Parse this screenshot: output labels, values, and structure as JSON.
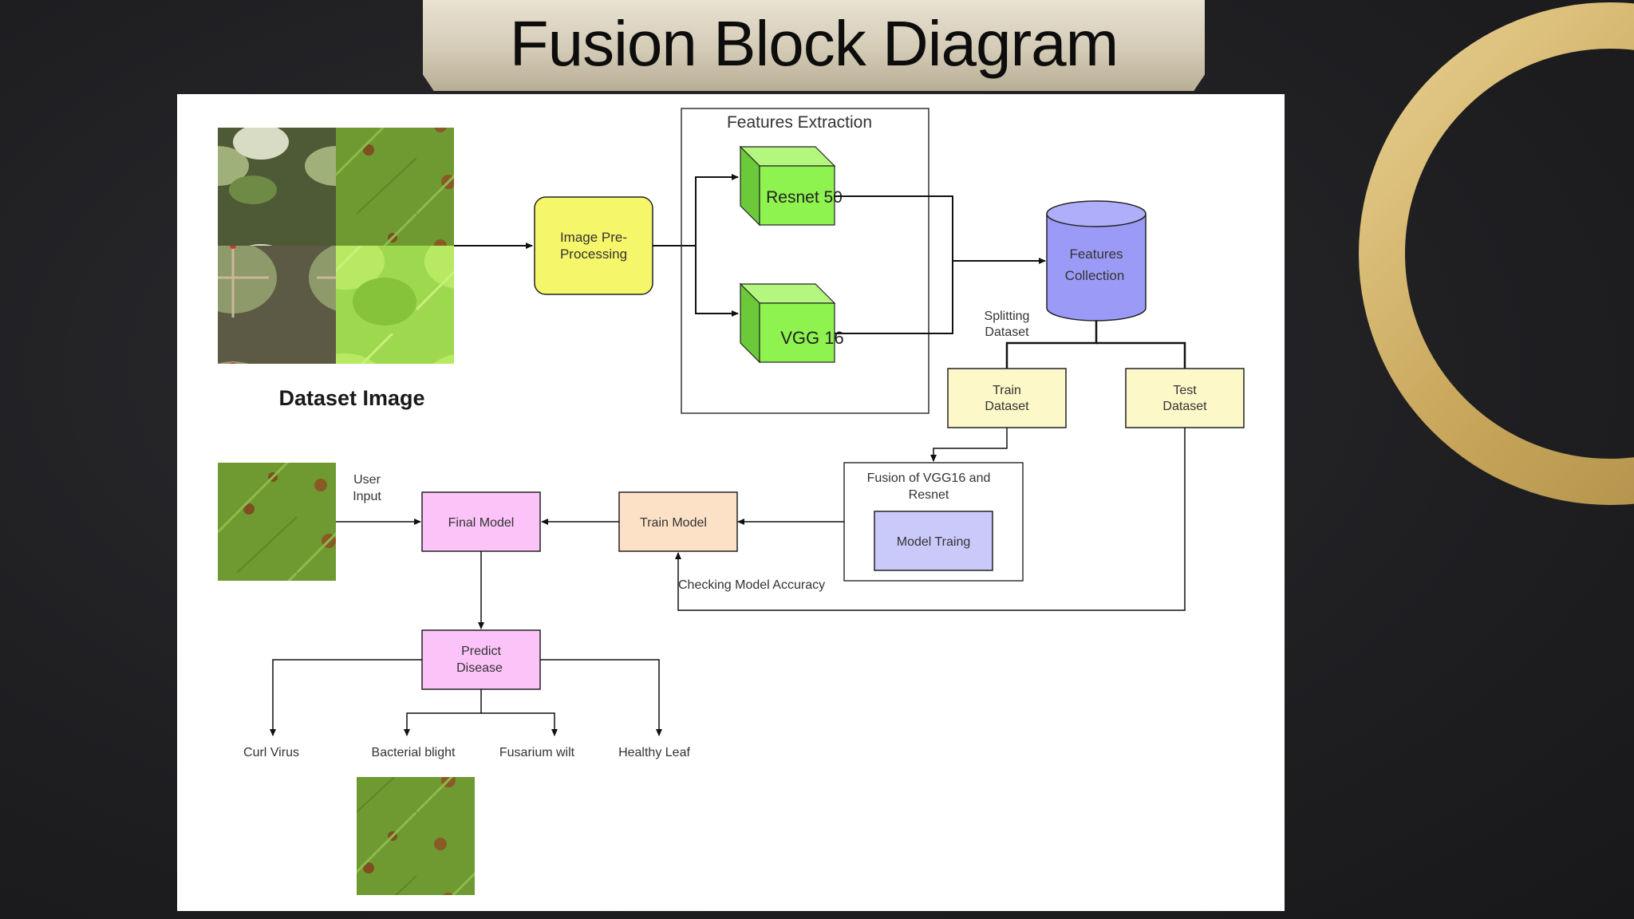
{
  "title": "Fusion Block Diagram",
  "colors": {
    "accent_gold": "#c9a75c",
    "preprocess_fill": "#f6f66a",
    "cube_fill": "#8ef24f",
    "db_fill": "#9b9bf7",
    "dataset_fill": "#fcf8c8",
    "fusion_inner_fill": "#c9c9fa",
    "train_model_fill": "#fde1c6",
    "final_model_fill": "#fbc3f7"
  },
  "diagram": {
    "dataset_label": "Dataset Image",
    "preprocess": "Image Pre-\nProcessing",
    "features_extraction": "Features Extraction",
    "resnet": "Resnet 50",
    "vgg": "VGG 16",
    "features_collection": "Features\nCollection",
    "splitting": "Splitting\nDataset",
    "train_dataset": "Train\nDataset",
    "test_dataset": "Test\nDataset",
    "fusion": "Fusion of VGG16 and\nResnet",
    "model_training": "Model Traing",
    "train_model": "Train Model",
    "checking": "Checking Model Accuracy",
    "final_model": "Final Model",
    "user_input": "User\nInput",
    "predict": "Predict\nDisease",
    "classes": [
      "Curl Virus",
      "Bacterial blight",
      "Fusarium wilt",
      "Healthy Leaf"
    ]
  }
}
